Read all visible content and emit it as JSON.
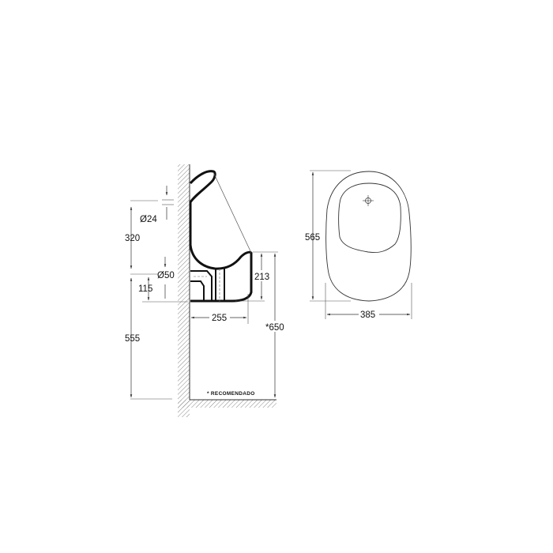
{
  "drawing": {
    "type": "technical-drawing",
    "subject": "wall-hung urinal",
    "side_view": {
      "dimensions": {
        "inlet_diameter": "Ø24",
        "inlet_height_span": "320",
        "outlet_diameter": "Ø50",
        "outlet_height": "115",
        "floor_to_bottom": "555",
        "projection": "255",
        "front_height": "213",
        "rim_height": "*650"
      },
      "note": "* RECOMENDADO"
    },
    "front_view": {
      "dimensions": {
        "height": "565",
        "width": "385"
      }
    },
    "colors": {
      "line": "#111111",
      "dim_line": "#555555",
      "background": "#ffffff"
    }
  }
}
